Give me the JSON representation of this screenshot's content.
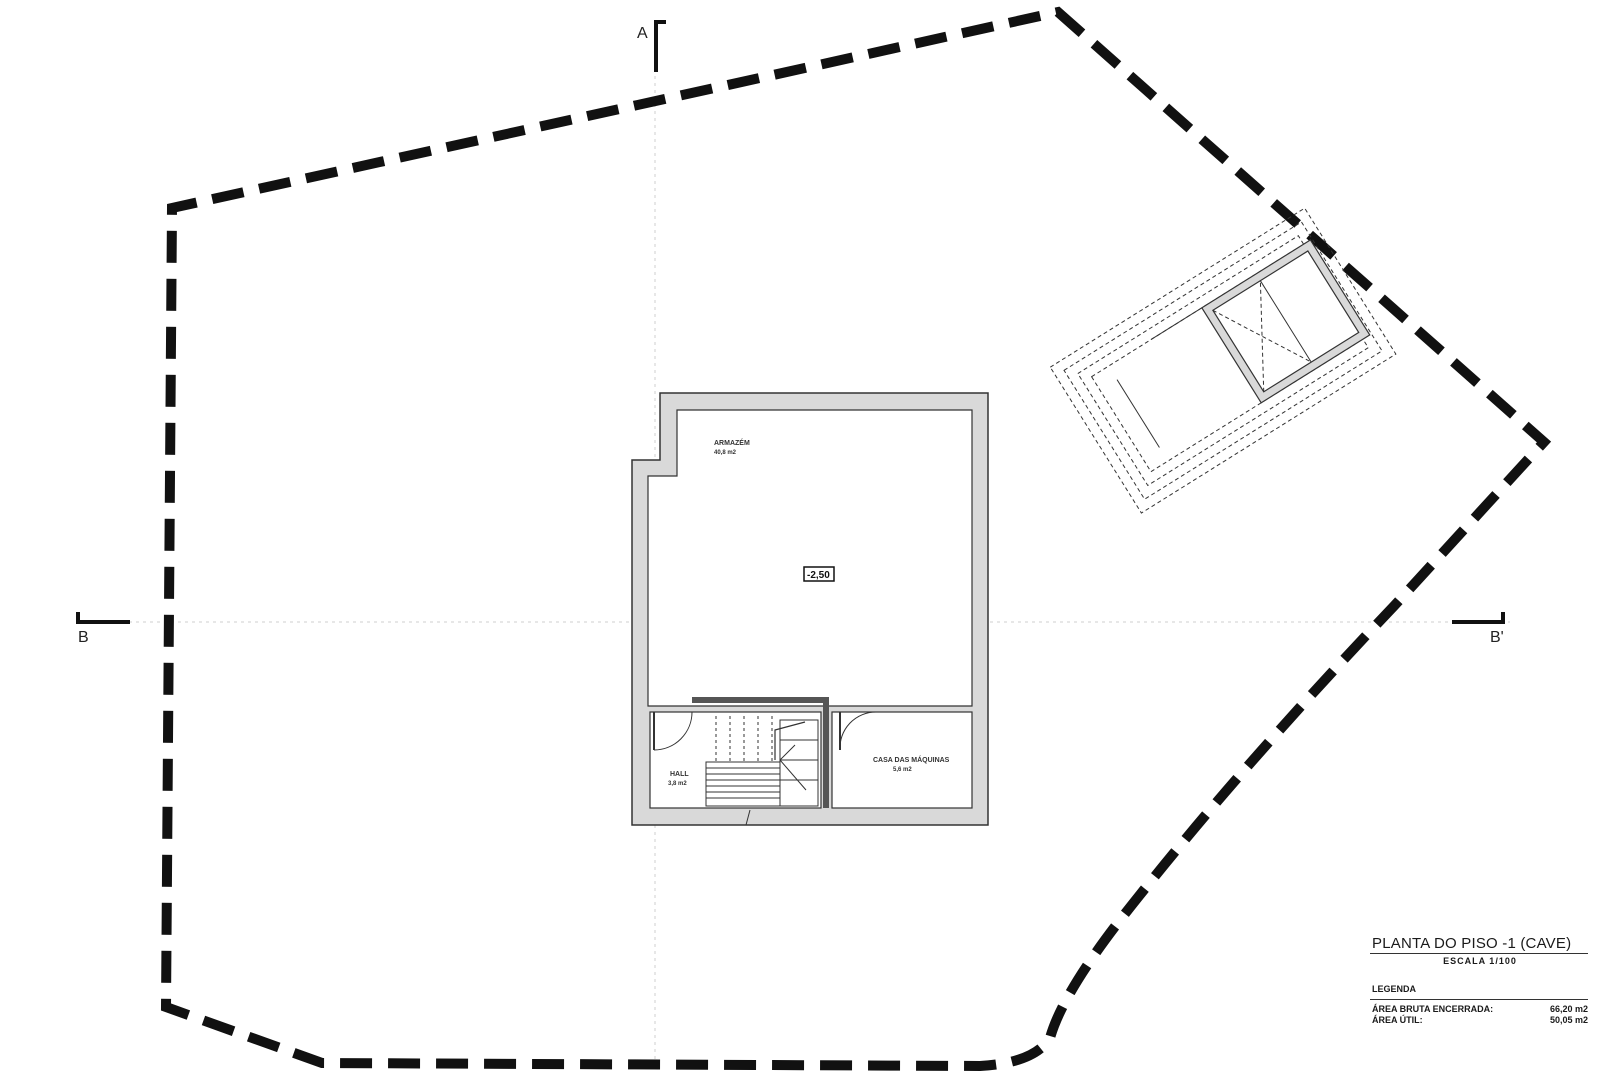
{
  "section_marks": {
    "a_top": "A",
    "b_left": "B",
    "b_right": "B'"
  },
  "rooms": {
    "armazem": {
      "name": "ARMAZÉM",
      "area": "40,8 m2"
    },
    "hall": {
      "name": "HALL",
      "area": "3,8 m2"
    },
    "casa_maquinas": {
      "name": "CASA DAS MÁQUINAS",
      "area": "5,6 m2"
    }
  },
  "level_marker": "-2,50",
  "title_block": {
    "title": "PLANTA DO PISO -1 (CAVE)",
    "scale": "ESCALA 1/100",
    "legend_heading": "LEGENDA",
    "rows": [
      {
        "label": "ÁREA BRUTA ENCERRADA:",
        "value": "66,20 m2"
      },
      {
        "label": "ÁREA ÚTIL:",
        "value": "50,05 m2"
      }
    ]
  },
  "colors": {
    "line": "#111111",
    "wall_fill": "#d9d9d9",
    "axis": "#bfbfbf"
  }
}
